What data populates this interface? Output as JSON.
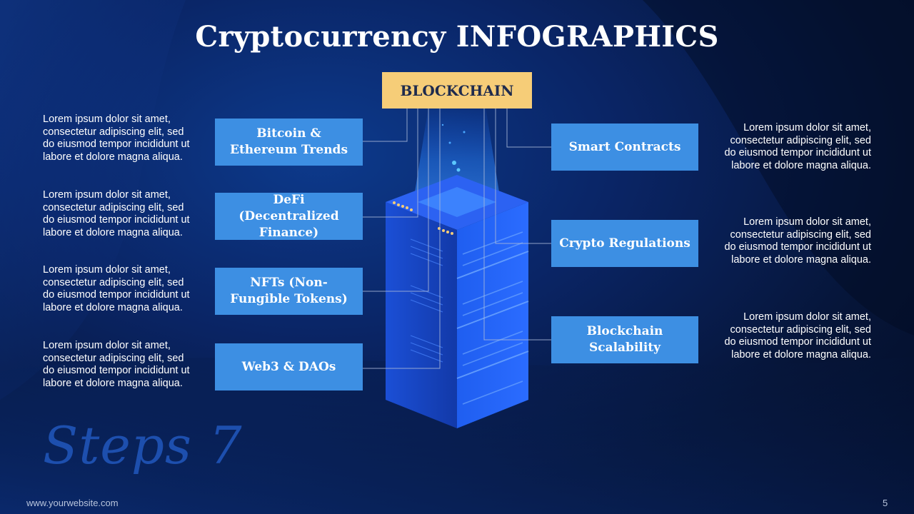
{
  "title": "Cryptocurrency INFOGRAPHICS",
  "center_label": "BLOCKCHAIN",
  "left_boxes": [
    {
      "label": "Bitcoin & Ethereum Trends"
    },
    {
      "label": "DeFi (Decentralized Finance)"
    },
    {
      "label": "NFTs (Non-Fungible Tokens)"
    },
    {
      "label": "Web3 & DAOs"
    }
  ],
  "right_boxes": [
    {
      "label": "Smart Contracts"
    },
    {
      "label": "Crypto Regulations"
    },
    {
      "label": "Blockchain Scalability"
    }
  ],
  "left_descriptions": [
    "Lorem ipsum dolor sit amet, consectetur adipiscing elit, sed do eiusmod tempor incididunt ut labore et dolore magna aliqua.",
    "Lorem ipsum dolor sit amet, consectetur adipiscing elit, sed do eiusmod tempor incididunt ut labore et dolore magna aliqua.",
    "Lorem ipsum dolor sit amet, consectetur adipiscing elit, sed do eiusmod tempor incididunt ut labore et dolore magna aliqua.",
    "Lorem ipsum dolor sit amet, consectetur adipiscing elit, sed do eiusmod tempor incididunt ut labore et dolore magna aliqua."
  ],
  "right_descriptions": [
    "Lorem ipsum dolor sit amet, consectetur adipiscing elit, sed do eiusmod tempor incididunt ut labore et dolore magna aliqua.",
    "Lorem ipsum dolor sit amet, consectetur adipiscing elit, sed do eiusmod tempor incididunt ut labore et dolore magna aliqua.",
    "Lorem ipsum dolor sit amet, consectetur adipiscing elit, sed do eiusmod tempor incididunt ut labore et dolore magna aliqua."
  ],
  "steps_label": "Steps 7",
  "website": "www.yourwebsite.com",
  "page_number": "5",
  "colors": {
    "background": "#0a2566",
    "box": "#3d8fe3",
    "blockchain_box": "#f6cd78",
    "steps_text": "#1d4fae"
  },
  "illustration": "server-rack-icon"
}
